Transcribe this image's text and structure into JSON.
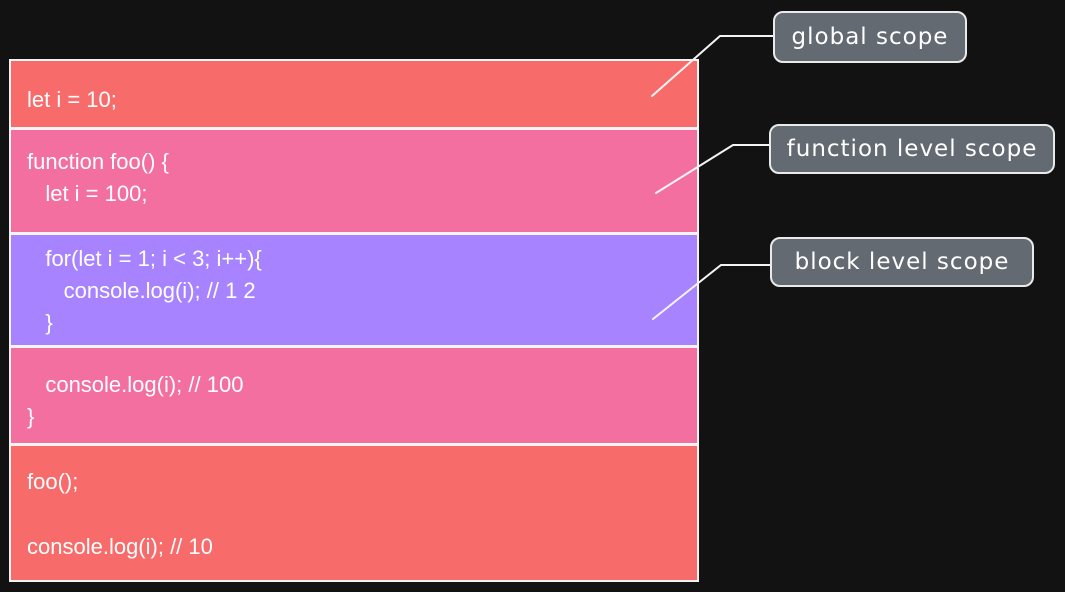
{
  "bands": {
    "global_top": [
      "let i = 10;"
    ],
    "function_top": [
      "function foo() {",
      "   let i = 100;"
    ],
    "block": [
      "   for(let i = 1; i < 3; i++){",
      "      console.log(i); // 1 2",
      "   }"
    ],
    "function_bottom": [
      "   console.log(i); // 100",
      "}"
    ],
    "global_bottom": [
      "foo();",
      "",
      "console.log(i); // 10"
    ]
  },
  "callouts": {
    "global": "global scope",
    "function": "function level scope",
    "block": "block level scope"
  },
  "colors": {
    "global_scope": "#f76b6b",
    "function_scope": "#f36f9f",
    "block_scope": "#a783ff",
    "callout_fill": "#646a72",
    "background": "#121212"
  }
}
